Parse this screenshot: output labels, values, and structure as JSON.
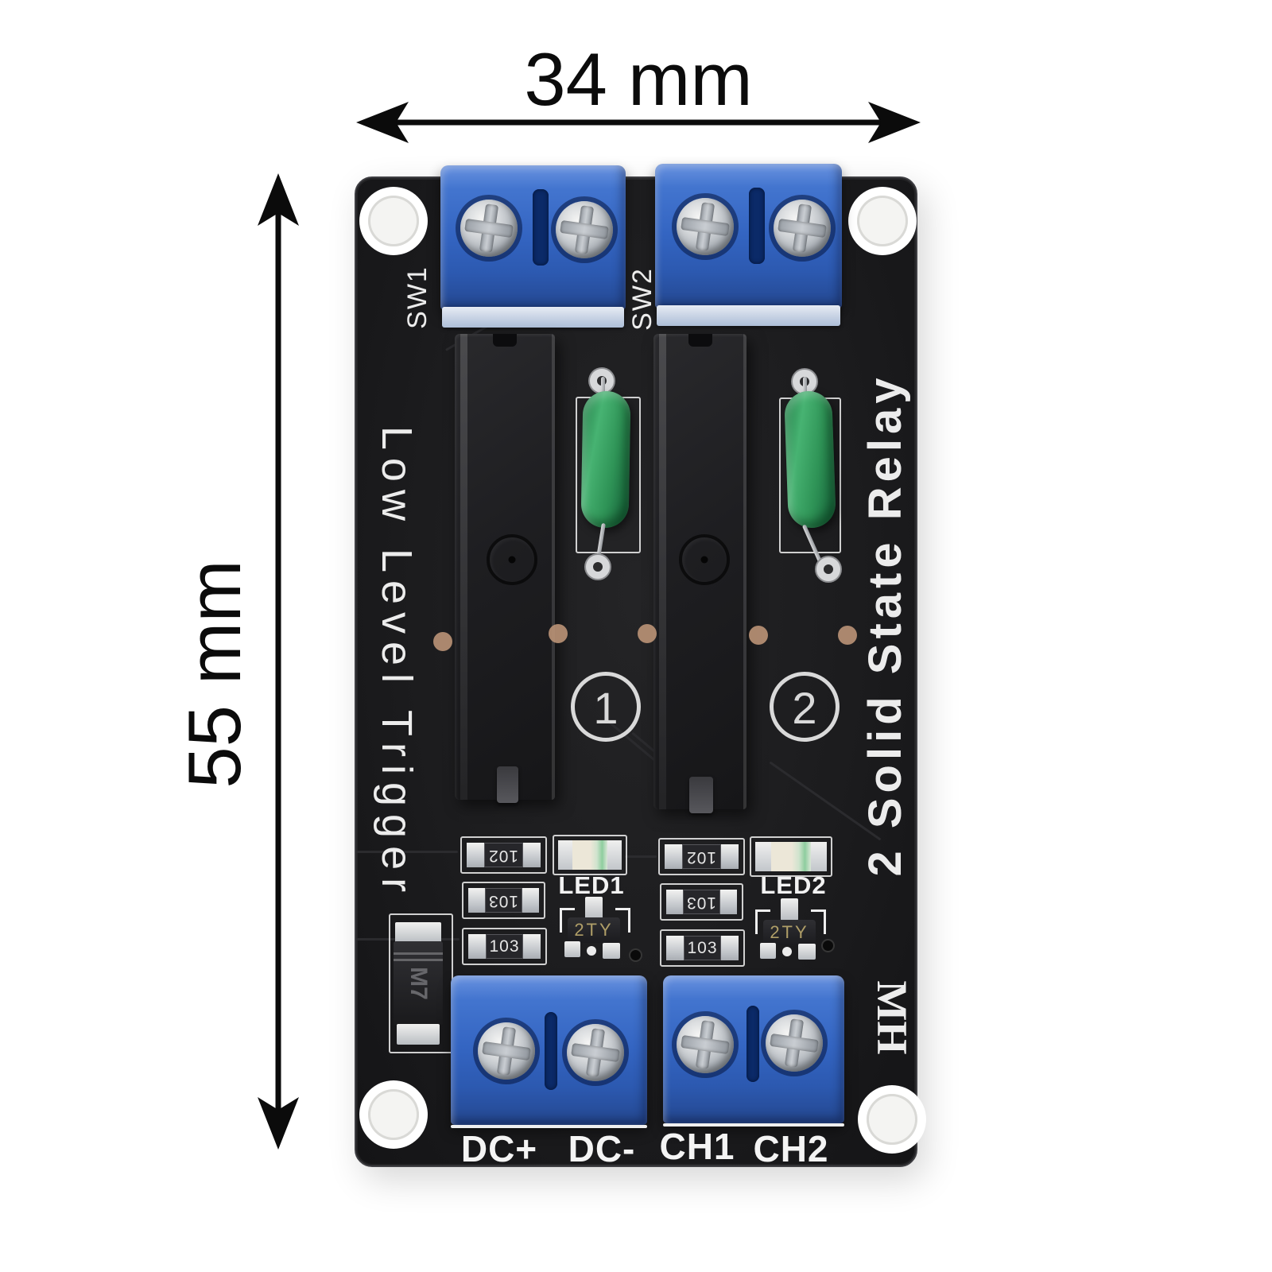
{
  "annotations": {
    "width_label": "34 mm",
    "height_label": "55 mm"
  },
  "board": {
    "labels": {
      "sw1": "SW1",
      "sw2": "SW2",
      "left_silkscreen": "Low Level Trigger",
      "right_silkscreen": "2 Solid State Relay",
      "brand": "MH",
      "channel1_number": "1",
      "channel2_number": "2",
      "led1": "LED1",
      "led2": "LED2",
      "dc_plus": "DC+",
      "dc_minus": "DC-",
      "ch1": "CH1",
      "ch2": "CH2"
    },
    "components": {
      "smd_ch1": [
        "102",
        "103",
        "103"
      ],
      "smd_ch2": [
        "102",
        "103",
        "103"
      ],
      "transistor_marking": "2TY",
      "diode_marking": "M7"
    },
    "colors": {
      "pcb": "#1b1b1d",
      "terminal_blue": "#3465c2",
      "resistor_green": "#2f9457",
      "silkscreen": "#f2f2f2",
      "led_green": "#8ecd9e",
      "annotation": "#0b0b0b"
    }
  }
}
